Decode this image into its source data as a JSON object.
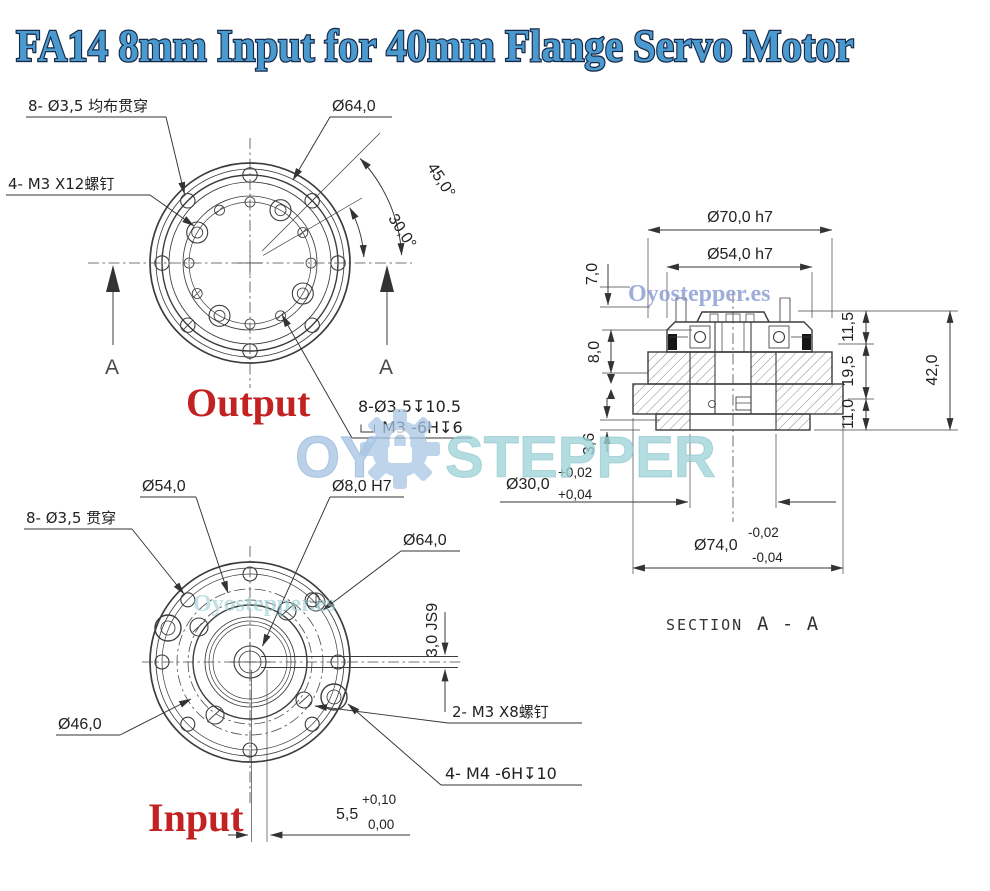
{
  "title": "FA14 8mm Input for 40mm Flange Servo Motor",
  "output_view": {
    "name": "Output",
    "section_marker": "A",
    "callout_holes": "8- Ø3,5 均布贯穿",
    "callout_d64": "Ø64,0",
    "callout_screws": "4- M3 X12螺钉",
    "angle_45": "45,0°",
    "angle_30": "30,0°",
    "note_line1": "8-Ø3.5↧10.5",
    "note_line2": "M3  -6H↧6"
  },
  "input_view": {
    "name": "Input",
    "callout_d54": "Ø54,0",
    "callout_d8": "Ø8,0  H7",
    "callout_holes": "8- Ø3,5 贯穿",
    "callout_d64": "Ø64,0",
    "callout_d46": "Ø46,0",
    "callout_key": "3,0 JS9",
    "callout_screws2": "2- M3 X8螺钉",
    "callout_screws4": "4- M4 -6H↧10",
    "dim_55": "5,5",
    "dim_55_tol_up": "+0,10",
    "dim_55_tol_dn": "0,00"
  },
  "section_view": {
    "label_section": "SECTION",
    "label_aa": "A - A",
    "dim_d70": "Ø70,0  h7",
    "dim_d54": "Ø54,0  h7",
    "dim_7": "7,0",
    "dim_8": "8,0",
    "dim_36": "3,6",
    "dim_115": "11,5",
    "dim_195": "19,5",
    "dim_110": "11,0",
    "dim_42": "42,0",
    "dim_d30": "Ø30,0",
    "d30_tol_up": "+0,02",
    "d30_tol_dn": "+0,04",
    "dim_d74": "Ø74,0",
    "d74_tol_up": "-0,02",
    "d74_tol_dn": "-0,04"
  },
  "watermarks": {
    "site": "Oyostepper.es",
    "big_left": "OY",
    "big_right": "STEPPER"
  },
  "colors": {
    "title_fill": "#4a9ad0",
    "title_stroke": "#182947",
    "red_label": "#c32222",
    "line": "#3c3c3c",
    "watermark_blue": "#8e9fd4",
    "watermark_teal": "#9fd4d8"
  }
}
